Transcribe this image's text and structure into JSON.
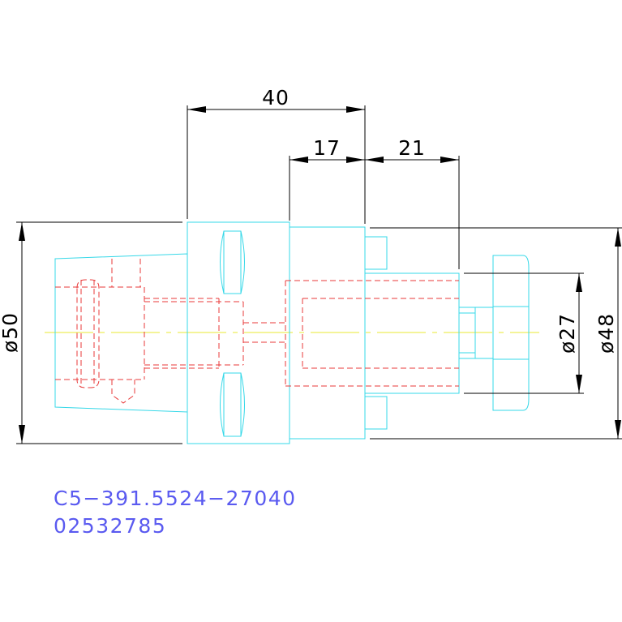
{
  "dimensions": {
    "overall_length": "40",
    "section_a": "17",
    "section_b": "21",
    "diameter_left": "ø50",
    "diameter_inner": "ø27",
    "diameter_right": "ø48"
  },
  "part_code": "C5−391.5524−27040",
  "part_number": "02532785",
  "colors": {
    "outline": "#36d8e8",
    "hidden_lines": "#e83838",
    "center_line": "#e8e830",
    "dimension": "#000000",
    "label": "#5a5af0"
  }
}
